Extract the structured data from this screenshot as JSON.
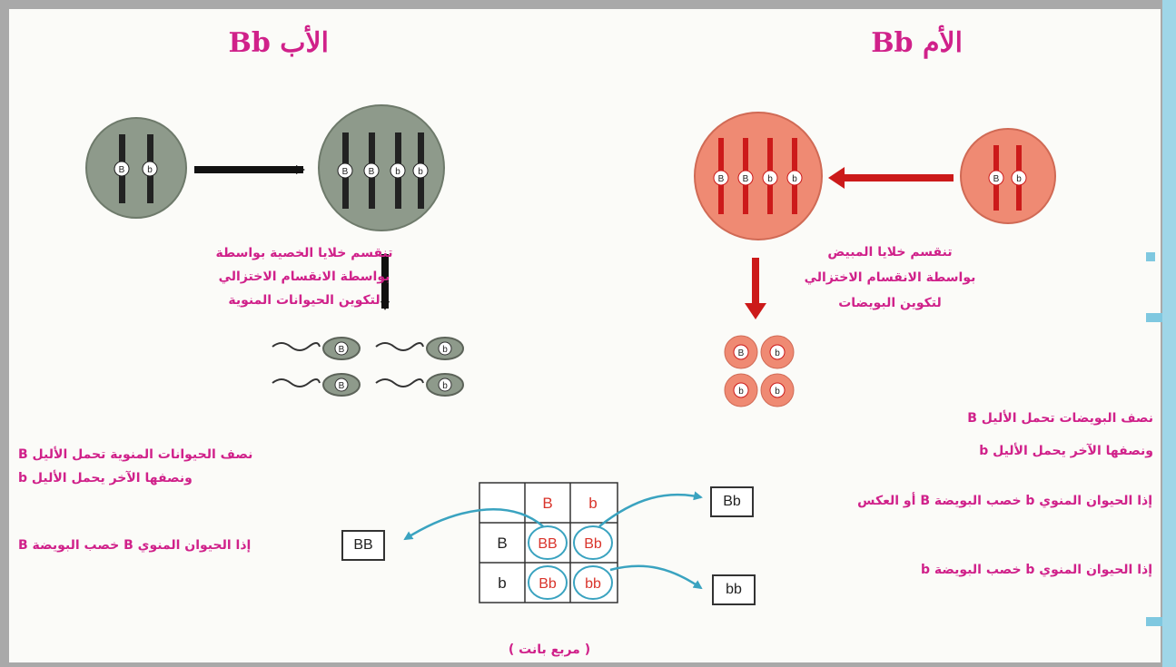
{
  "father": {
    "title": "الأب Bb",
    "cell_alleles": [
      "B",
      "b"
    ],
    "dup_alleles": [
      "B",
      "B",
      "b",
      "b"
    ],
    "sperm_alleles": [
      "B",
      "b",
      "B",
      "b"
    ],
    "division_lines": [
      "تنقسم خلايا الخصية بواسطة",
      "بواسطة الانقسام الاختزالي",
      "لتكوين الحيوانات المنوية"
    ],
    "half_lines": [
      "نصف الحيوانات المنوية تحمل الأليل B",
      "ونصفها الآخر يحمل الأليل b"
    ],
    "case_text": "إذا الحيوان المنوي B خصب البويضة B",
    "case_result": "BB",
    "color": "#8e9a8b"
  },
  "mother": {
    "title": "الأم Bb",
    "cell_alleles": [
      "B",
      "b"
    ],
    "dup_alleles": [
      "B",
      "B",
      "b",
      "b"
    ],
    "egg_alleles": [
      "B",
      "b",
      "b",
      "b"
    ],
    "division_lines": [
      "تنقسم خلايا المبيض",
      "بواسطة الانقسام الاختزالي",
      "لتكوين البويضات"
    ],
    "half_lines": [
      "نصف البويضات تحمل الأليل B",
      "ونصفها الآخر يحمل الأليل b"
    ],
    "case1_text": "إذا الحيوان المنوي b خصب البويضة B أو العكس",
    "case1_result": "Bb",
    "case2_text": "إذا الحيوان المنوي b خصب البويضة b",
    "case2_result": "bb",
    "color": "#ef8a73"
  },
  "punnett": {
    "col_headers": [
      "B",
      "b"
    ],
    "row_headers": [
      "B",
      "b"
    ],
    "cells": [
      [
        "BB",
        "Bb"
      ],
      [
        "Bb",
        "bb"
      ]
    ],
    "caption": "( مربع بانت )"
  }
}
